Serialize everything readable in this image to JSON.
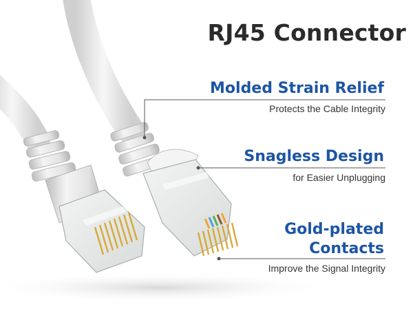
{
  "title": "RJ45 Connector",
  "features": [
    {
      "heading": "Molded Strain Relief",
      "description": "Protects the Cable Integrity"
    },
    {
      "heading": "Snagless Design",
      "description": "for Easier Unplugging"
    },
    {
      "heading": "Gold-plated Contacts",
      "description": "Improve the Signal Integrity"
    }
  ],
  "colors": {
    "heading_blue": "#1d55a3",
    "title_dark": "#2b2b2b",
    "cable_white": "#eeeeee",
    "gold_contact": "#d8a93a"
  }
}
